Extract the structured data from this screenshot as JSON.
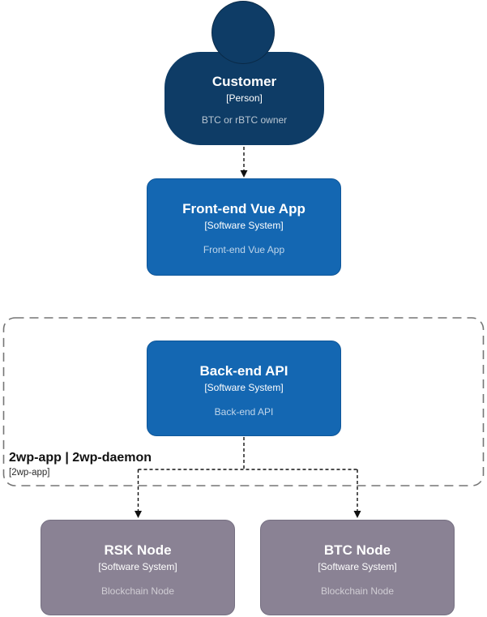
{
  "diagram_kind": "c4-context-diagram",
  "nodes": {
    "customer": {
      "title": "Customer",
      "type": "[Person]",
      "description": "BTC or rBTC owner"
    },
    "frontend": {
      "title": "Front-end Vue App",
      "type": "[Software System]",
      "description": "Front-end Vue App"
    },
    "backend": {
      "title": "Back-end API",
      "type": "[Software System]",
      "description": "Back-end API"
    },
    "rsk_node": {
      "title": "RSK Node",
      "type": "[Software System]",
      "description": "Blockchain Node"
    },
    "btc_node": {
      "title": "BTC Node",
      "type": "[Software System]",
      "description": "Blockchain Node"
    }
  },
  "boundary": {
    "title": "2wp-app | 2wp-daemon",
    "type": "[2wp-app]"
  },
  "edges": [
    {
      "from": "customer",
      "to": "frontend",
      "style": "dashed-arrow"
    },
    {
      "from": "backend",
      "to": "rsk_node",
      "style": "dashed-arrow"
    },
    {
      "from": "backend",
      "to": "btc_node",
      "style": "dashed-arrow"
    }
  ],
  "colors": {
    "person_fill": "#0e3c66",
    "system_fill": "#1467b2",
    "external_fill": "#8a8294",
    "relationship_line": "#111111",
    "boundary_border": "#757575",
    "node_text": "#ffffff",
    "background": "#ffffff"
  }
}
